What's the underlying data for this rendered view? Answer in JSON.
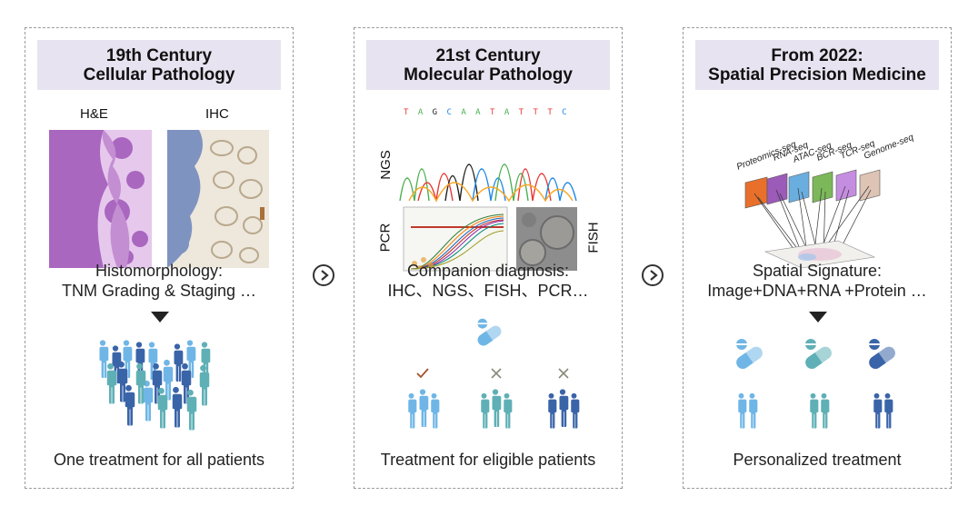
{
  "panels": [
    {
      "title_line1": "19th Century",
      "title_line2": "Cellular Pathology",
      "image_labels": [
        "H&E",
        "IHC"
      ],
      "subtitle_line1": "Histomorphology:",
      "subtitle_line2": "TNM Grading & Staging …",
      "caption": "One treatment for all patients"
    },
    {
      "title_line1": "21st Century",
      "title_line2": "Molecular Pathology",
      "image_labels": [
        "NGS",
        "PCR",
        "FISH"
      ],
      "sequence": [
        "T",
        "A",
        "G",
        "C",
        "A",
        "A",
        "T",
        "A",
        "T",
        "T",
        "T",
        "C"
      ],
      "subtitle_line1": "Companion diagnosis:",
      "subtitle_line2": "IHC、NGS、FISH、PCR…",
      "caption": "Treatment for eligible patients"
    },
    {
      "title_line1": "From 2022:",
      "title_line2": "Spatial  Precision Medicine",
      "omics_labels": [
        "Proteomics-seq",
        "RNA-seq",
        "ATAC-seq",
        "BCR-seq",
        "TCR-seq",
        "Genome-seq"
      ],
      "subtitle_line1": "Spatial Signature:",
      "subtitle_line2": "Image+DNA+RNA +Protein …",
      "caption": "Personalized treatment"
    }
  ],
  "colors": {
    "header_bg": "#e8e3f0",
    "person_light": "#6fb6e6",
    "person_teal": "#5fb0b6",
    "person_dark": "#3a64a8",
    "check": "#a0522d",
    "cross": "#8a8a7a"
  },
  "icons": [
    "chevron-right-icon",
    "down-triangle-icon",
    "pill-icon",
    "person-icon",
    "check-icon",
    "cross-icon"
  ]
}
